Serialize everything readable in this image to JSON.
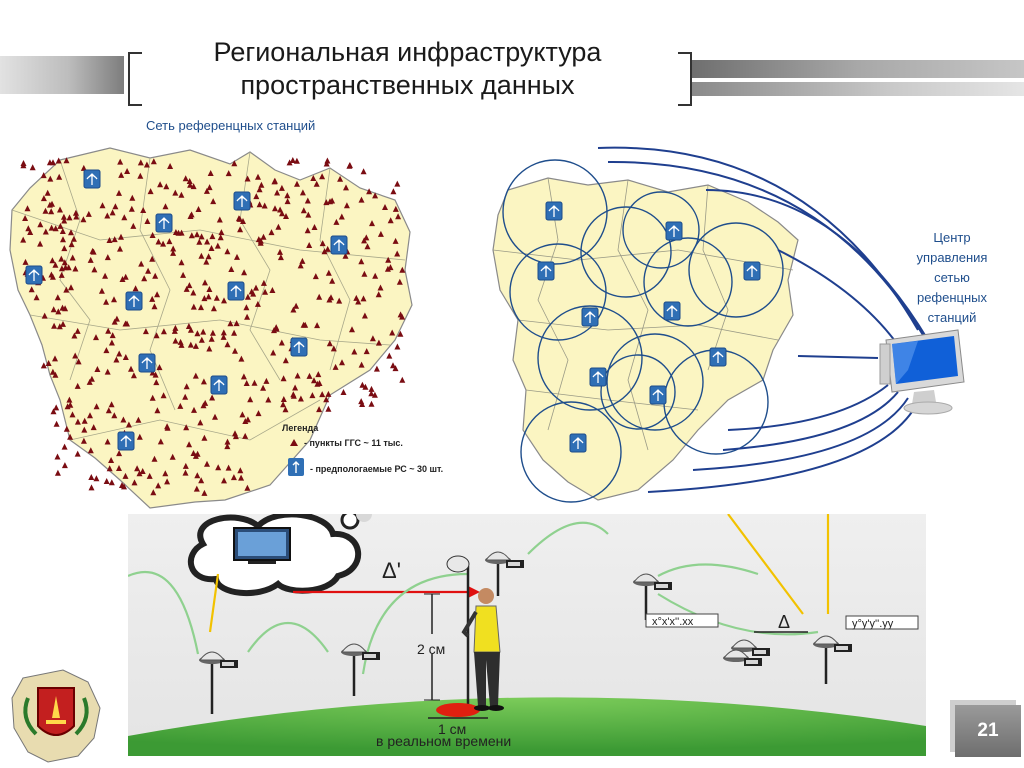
{
  "slide": {
    "title_line1": "Региональная инфраструктура",
    "title_line2": "пространственных данных",
    "subtitle": "Сеть референцных станций",
    "page_number": "21"
  },
  "center": {
    "line1": "Центр",
    "line2": "управления",
    "line3": "сетью",
    "line4": "рефенцных",
    "line5": "станций"
  },
  "legend": {
    "heading": "Легенда",
    "item_ggs": "- пункты ГГС ~ 11 тыс.",
    "item_rs": "- предпологаемые РС ~ 30 шт."
  },
  "illustration": {
    "delta_prime": "Δ'",
    "delta": "Δ",
    "coord_x": "x°x'x''.xx",
    "coord_y": "y°y'y''.yy",
    "measure_2cm": "2 см",
    "measure_1cm": "1 см",
    "realtime": "в реальном времени"
  },
  "colors": {
    "map_fill": "#fbf5c2",
    "triangle": "#7a0c12",
    "station": "#2f6fb5",
    "coverage": "#1f4e8c",
    "ground": "#5dbb47",
    "page_badge": "#808080"
  },
  "icons": [
    "reference-station-icon",
    "computer-monitor-icon",
    "gnss-receiver-icon",
    "surveyor-figure",
    "emblem-logo"
  ]
}
